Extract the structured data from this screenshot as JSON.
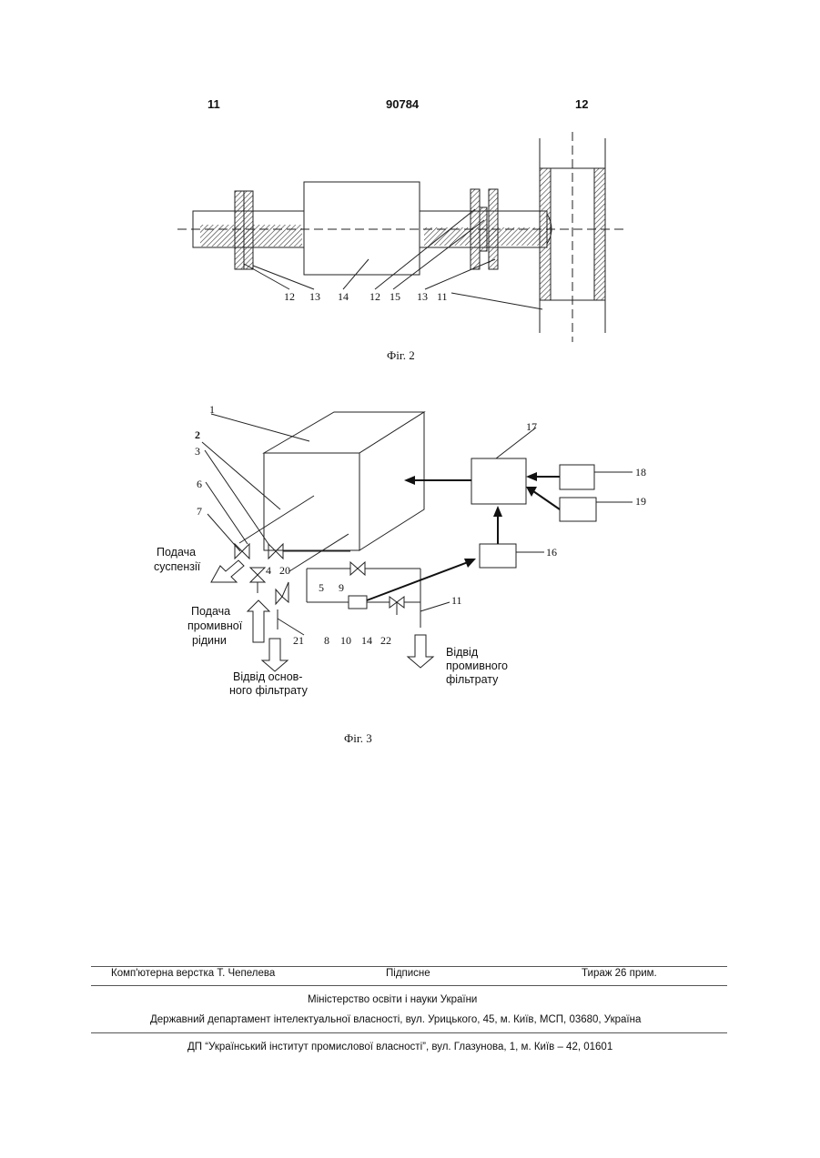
{
  "header": {
    "left_page": "11",
    "patent_number": "90784",
    "right_page": "12"
  },
  "figure2": {
    "caption": "Фіг. 2",
    "labels": [
      "12",
      "13",
      "14",
      "12",
      "15",
      "13",
      "11"
    ]
  },
  "figure3": {
    "caption": "Фіг. 3",
    "numbers": {
      "n1": "1",
      "n2": "2",
      "n3": "3",
      "n6": "6",
      "n7": "7",
      "n4": "4",
      "n20": "20",
      "n5": "5",
      "n9": "9",
      "n17": "17",
      "n18": "18",
      "n19": "19",
      "n16": "16",
      "n11": "11",
      "n21": "21",
      "n8": "8",
      "n10": "10",
      "n14": "14",
      "n22": "22"
    },
    "supply_suspension": [
      "Подача",
      "суспензії"
    ],
    "supply_wash": [
      "Подача",
      "промивної",
      "рідини"
    ],
    "main_filtrate": [
      "Відвід основ-",
      "ного фільтрату"
    ],
    "wash_filtrate": [
      "Відвід",
      "промивного",
      "фільтрату"
    ]
  },
  "footer": {
    "composer": "Комп'ютерна верстка Т. Чепелева",
    "signed": "Підписне",
    "circulation": "Тираж 26 прим.",
    "ministry": "Міністерство освіти і науки України",
    "department": "Державний департамент інтелектуальної власності, вул. Урицького, 45, м. Київ, МСП, 03680, Україна",
    "institute": "ДП “Український інститут промислової власності”, вул. Глазунова, 1, м. Київ – 42, 01601"
  }
}
